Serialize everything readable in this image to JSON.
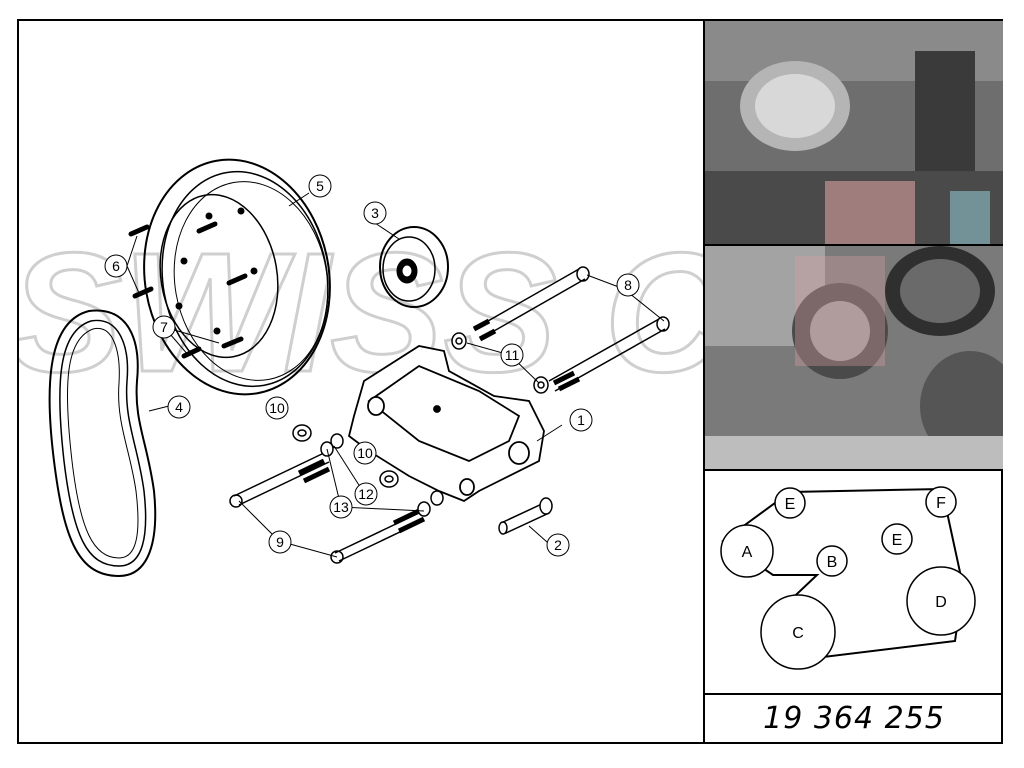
{
  "callouts": [
    {
      "id": "1",
      "label": "1"
    },
    {
      "id": "2",
      "label": "2"
    },
    {
      "id": "3",
      "label": "3"
    },
    {
      "id": "4",
      "label": "4"
    },
    {
      "id": "5",
      "label": "5"
    },
    {
      "id": "6",
      "label": "6"
    },
    {
      "id": "7",
      "label": "7"
    },
    {
      "id": "8",
      "label": "8"
    },
    {
      "id": "9",
      "label": "9"
    },
    {
      "id": "10a",
      "label": "10"
    },
    {
      "id": "10b",
      "label": "10"
    },
    {
      "id": "11",
      "label": "11"
    },
    {
      "id": "12",
      "label": "12"
    },
    {
      "id": "13",
      "label": "13"
    }
  ],
  "watermark": "SWISS CLUTCH",
  "belt_routing": {
    "pulleys": [
      {
        "id": "A",
        "label": "A"
      },
      {
        "id": "B",
        "label": "B"
      },
      {
        "id": "C",
        "label": "C"
      },
      {
        "id": "D",
        "label": "D"
      },
      {
        "id": "E1",
        "label": "E"
      },
      {
        "id": "E2",
        "label": "E"
      },
      {
        "id": "F",
        "label": "F"
      }
    ]
  },
  "part_number": "19 364 255",
  "colors": {
    "line": "#000000",
    "watermark": "#bfbfbf",
    "accent_photo": "#d9a0a0"
  }
}
